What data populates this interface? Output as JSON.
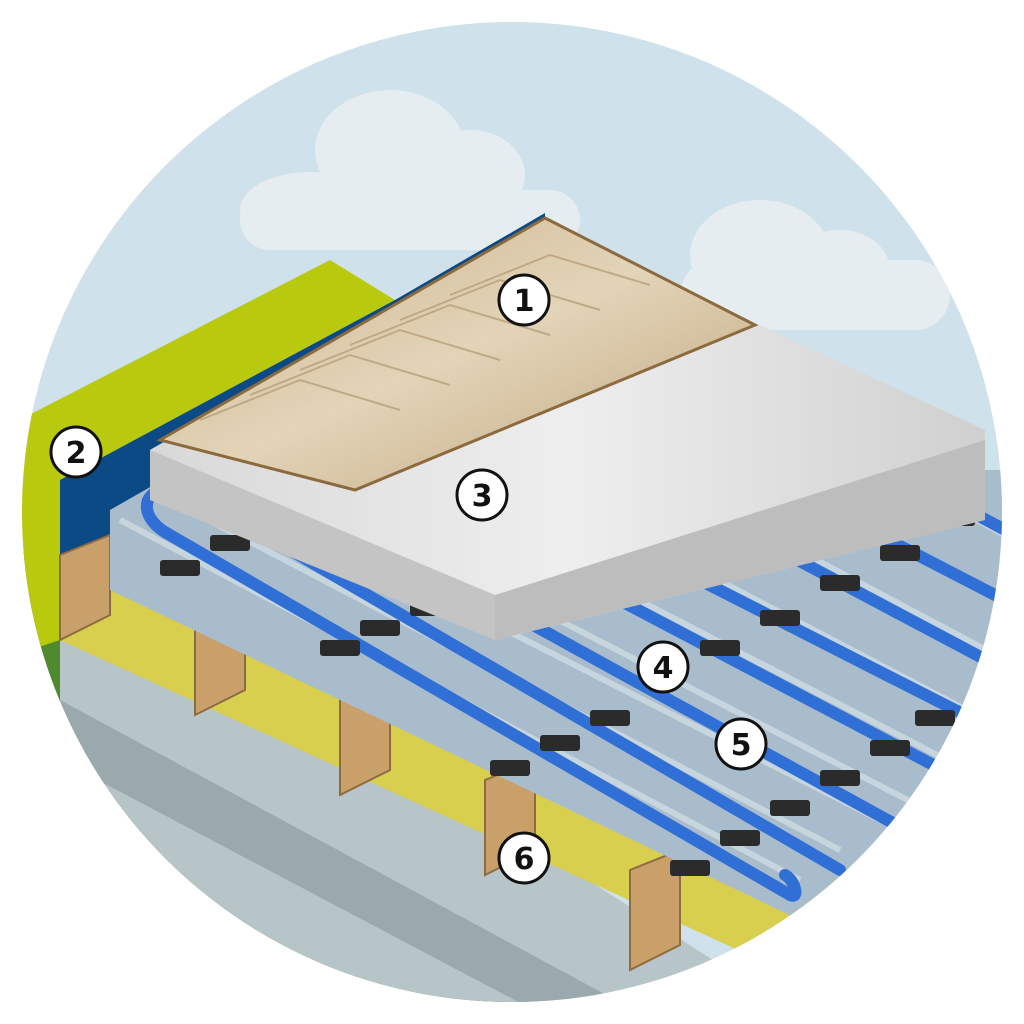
{
  "diagram": {
    "callouts": [
      {
        "id": "floor-finish",
        "label": "1"
      },
      {
        "id": "perimeter-wall",
        "label": "2"
      },
      {
        "id": "screed-layer",
        "label": "3"
      },
      {
        "id": "spreader-plates",
        "label": "4"
      },
      {
        "id": "heating-pipes",
        "label": "5"
      },
      {
        "id": "joist-insulation",
        "label": "6"
      }
    ],
    "colors": {
      "sky": "#cfe1ea",
      "cloud": "#e8eef2",
      "wall_yellow": "#b9c90e",
      "wall_navy": "#0c4a85",
      "grass": "#4f8a2e",
      "board": "#b7c4c8",
      "timber": "#c9a06a",
      "insulation": "#d8cf4e",
      "plate": "#a9bccb",
      "pipe": "#2f6fd6",
      "clip": "#2b2b2b",
      "screed": "#dcdcdc",
      "parquet": "#cdb894"
    },
    "icons": {
      "callout_marker": "numbered-circle"
    }
  }
}
